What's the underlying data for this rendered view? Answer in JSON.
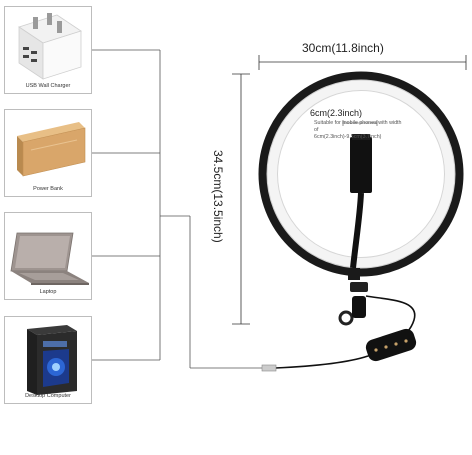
{
  "devices": [
    {
      "label": "USB Wall Charger",
      "icon": "usb-wall-charger"
    },
    {
      "label": "Power Bank",
      "icon": "power-bank"
    },
    {
      "label": "Laptop",
      "icon": "laptop"
    },
    {
      "label": "Desktop Computer",
      "icon": "desktop-computer"
    }
  ],
  "dimensions": {
    "width": "30cm(11.8inch)",
    "height": "34.5cm(13.5inch)",
    "phone_width": "6cm(2.3inch)",
    "phone_note_line1": "Suitable for mobile phones with width of",
    "phone_note_line2": "6cm(2.3inch)-9.5cm(3.7inch)"
  },
  "colors": {
    "ring_outer": "#1a1a1a",
    "ring_light": "#f4f4f4",
    "power_bank": "#d9a66a"
  }
}
